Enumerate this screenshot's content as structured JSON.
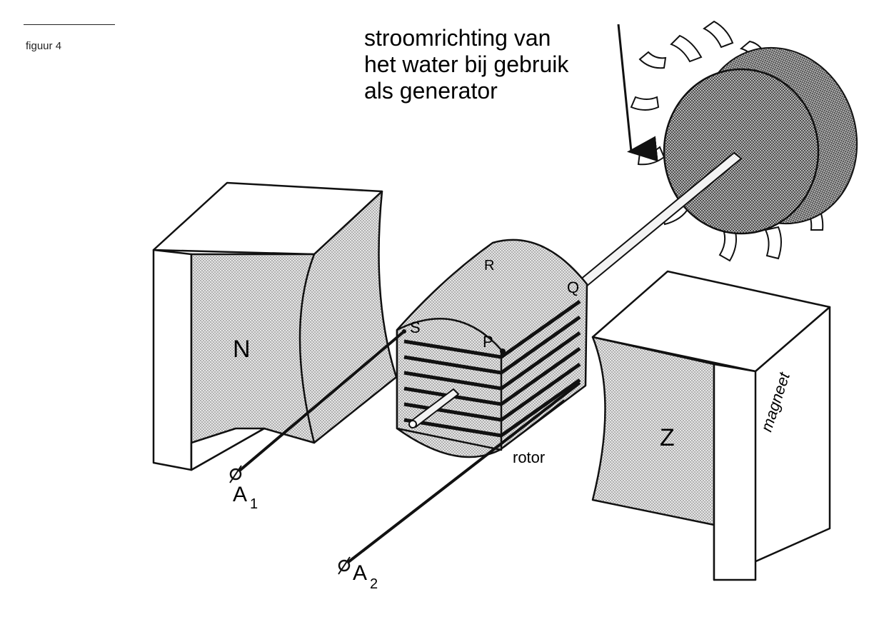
{
  "caption": "figuur 4",
  "flow_annotation": [
    "stroomrichting van",
    "het water bij gebruik",
    "als generator"
  ],
  "labels": {
    "pole_north": "N",
    "pole_south": "Z",
    "magnet": "magneet",
    "rotor": "rotor",
    "point_r": "R",
    "point_q": "Q",
    "point_s": "S",
    "point_p": "P",
    "terminal_1": "A",
    "terminal_1_sub": "1",
    "terminal_2": "A",
    "terminal_2_sub": "2"
  },
  "colors": {
    "line": "#111111",
    "fill_light": "#dddddd",
    "fill_dark": "#9c9c9c"
  }
}
